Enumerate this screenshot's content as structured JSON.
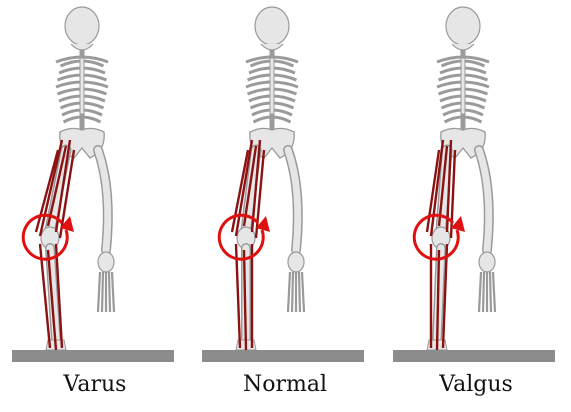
{
  "captions": [
    "Varus",
    "Normal",
    "Valgus"
  ],
  "colors": {
    "bone": "#e6e6e6",
    "bone_shade": "#9a9a9a",
    "muscle": "#8b1212",
    "rotation_arrow": "#e01010",
    "ground": "#8c8c8c"
  }
}
